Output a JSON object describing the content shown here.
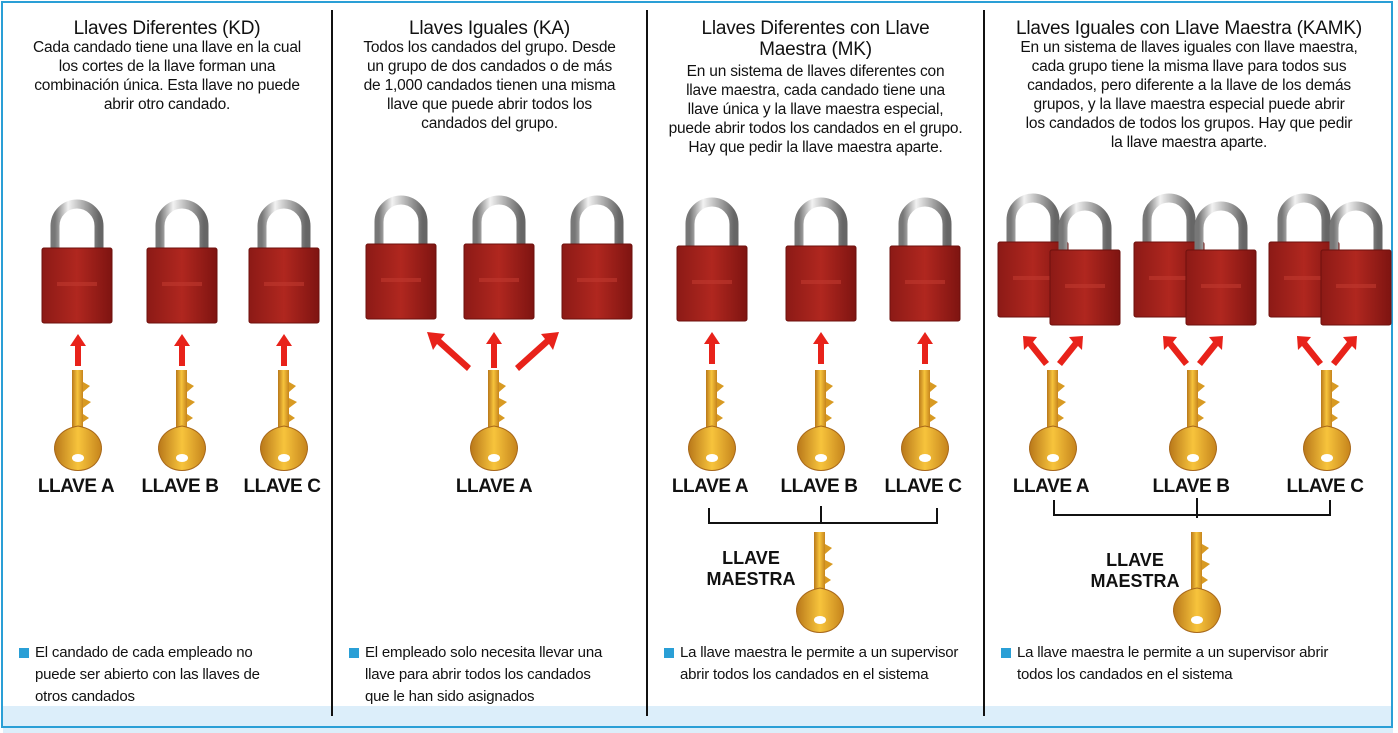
{
  "colors": {
    "accent": "#2a9fd6",
    "lock_red": "#a6201c",
    "arrow_red": "#e8221a",
    "key_gold": "#e6a820"
  },
  "icons": {
    "lock": "padlock-icon",
    "key": "key-icon",
    "arrow": "arrow-icon"
  },
  "columns": [
    {
      "title": "Llaves Diferentes (KD)",
      "desc": [
        "Cada candado tiene una llave en la cual",
        "los cortes de la llave forman una",
        "combinación única. Esta llave no puede",
        "abrir otro candado."
      ],
      "key_labels": [
        "LLAVE A",
        "LLAVE B",
        "LLAVE C"
      ],
      "note": [
        "El candado de cada empleado no",
        "puede ser abierto con las llaves de",
        "otros candados"
      ]
    },
    {
      "title": "Llaves Iguales (KA)",
      "desc": [
        "Todos los candados del grupo. Desde",
        "un grupo de dos candados o de más",
        "de 1,000 candados tienen una misma",
        "llave que puede abrir todos los",
        "candados del grupo."
      ],
      "key_labels": [
        "LLAVE A"
      ],
      "note": [
        "El empleado solo necesita llevar una",
        "llave para abrir todos los candados",
        "que le han sido asignados"
      ]
    },
    {
      "title_lines": [
        "Llaves Diferentes con Llave",
        "Maestra (MK)"
      ],
      "desc": [
        "En un sistema de llaves diferentes con",
        "llave maestra, cada candado tiene una",
        "llave única y la llave maestra especial,",
        "puede abrir todos los candados en el grupo.",
        "Hay que pedir la llave maestra aparte."
      ],
      "key_labels": [
        "LLAVE A",
        "LLAVE B",
        "LLAVE C"
      ],
      "master_label": [
        "LLAVE",
        "MAESTRA"
      ],
      "note": [
        "La llave maestra le permite a un supervisor",
        "abrir todos los candados en el sistema"
      ]
    },
    {
      "title": "Llaves Iguales con Llave Maestra (KAMK)",
      "desc": [
        "En un sistema de llaves iguales con llave maestra,",
        "cada grupo tiene la misma llave para todos sus",
        "candados, pero diferente a la llave de los demás",
        "grupos, y la llave maestra especial puede abrir",
        "los candados de todos los grupos. Hay que pedir",
        "la llave maestra aparte."
      ],
      "key_labels": [
        "LLAVE A",
        "LLAVE B",
        "LLAVE C"
      ],
      "master_label": [
        "LLAVE",
        "MAESTRA"
      ],
      "note": [
        "La llave maestra le permite a un supervisor abrir",
        "todos los candados en el sistema"
      ]
    }
  ]
}
